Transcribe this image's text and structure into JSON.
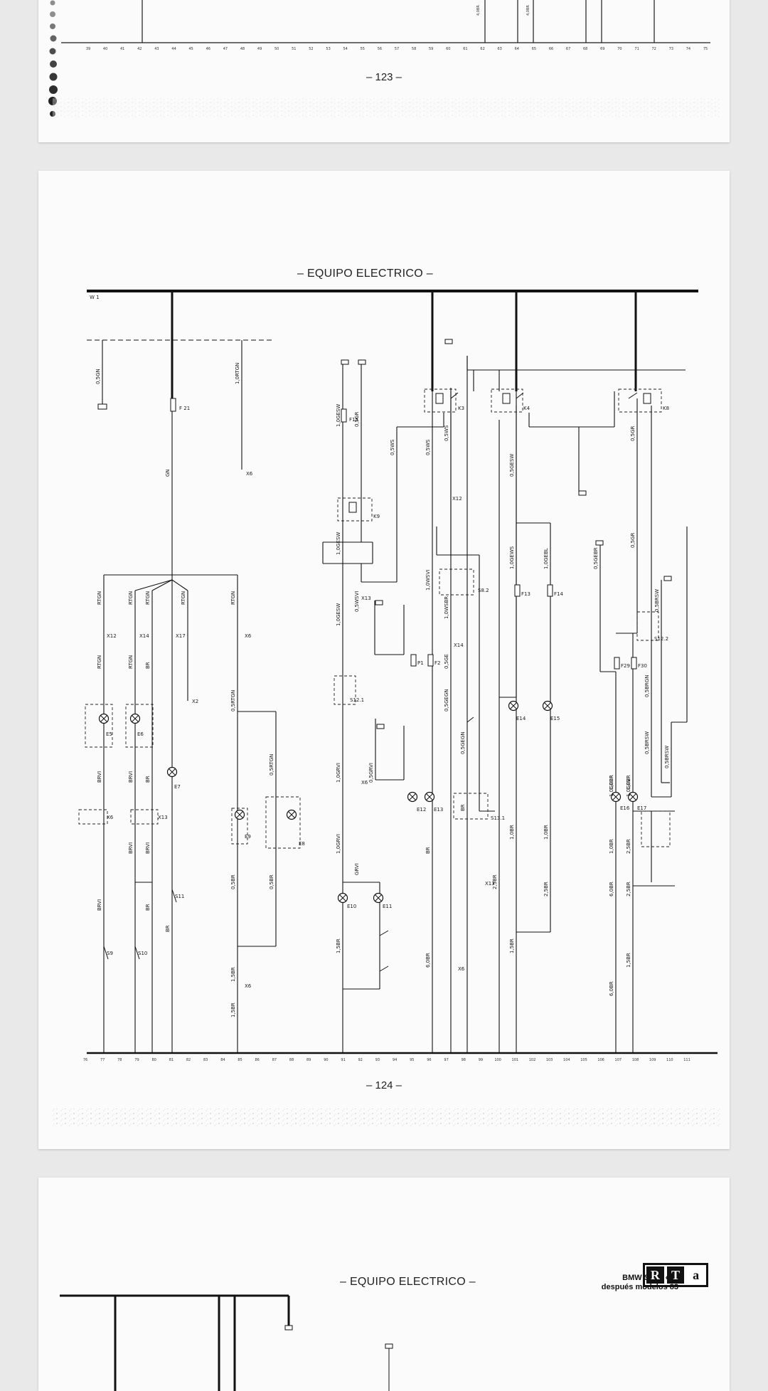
{
  "viewer": {
    "pages": [
      {
        "page_number": "– 123 –"
      },
      {
        "header": "– EQUIPO ELECTRICO –",
        "page_number": "– 124 –"
      },
      {
        "header": "– EQUIPO ELECTRICO –",
        "brand_line1": "BMW Serie «3»",
        "brand_line2": "después modelos 83",
        "logo": [
          "R",
          "T",
          "a"
        ]
      }
    ]
  },
  "diagram": {
    "bus_label": "W 1",
    "fuses": [
      "F 21",
      "F15",
      "P1",
      "F2",
      "F13",
      "F14",
      "F29",
      "F30"
    ],
    "relays": [
      "K3",
      "K4",
      "K8",
      "K9"
    ],
    "lamps": [
      "E5",
      "E6",
      "E7",
      "E9",
      "E8",
      "E10",
      "E11",
      "E12",
      "E13",
      "E14",
      "E15",
      "E16",
      "E17"
    ],
    "switches": [
      "S9",
      "S10",
      "S11",
      "S8.2",
      "S12.1",
      "S12.2",
      "S13.1"
    ],
    "connectors": [
      "X12",
      "X14",
      "X17",
      "X2",
      "X6",
      "X13",
      "X12",
      "X14",
      "X6",
      "X13",
      "X6",
      "X6",
      "X13",
      "X6",
      "X6"
    ],
    "wire_labels": [
      "0,5GN",
      "GN",
      "1,0RTGN",
      "RTGN",
      "RTGN",
      "RTGN",
      "RTGN",
      "RTGN",
      "RTGN",
      "RTGN",
      "BR",
      "BRVI",
      "BRVI",
      "BR",
      "BRVI",
      "BRVI",
      "BRVI",
      "BR",
      "BR",
      "0,5RTGN",
      "0,5RTGN",
      "0,5BR",
      "0,5BR",
      "1,5BR",
      "1,5BR",
      "1,0GESW",
      "1,0GESW",
      "1,0GESW",
      "0,5GR",
      "0,5WS",
      "0,5WS",
      "0,5WS",
      "0,5GESW",
      "0,5WSVI",
      "1,0GRVI",
      "0,5GRVI",
      "1,0GRVI",
      "GRVI",
      "1,0WSVI",
      "1,0WSBR",
      "0,5GE",
      "0,5GEGN",
      "0,5GEGN",
      "BR",
      "BR",
      "1,0GEWS",
      "1,0GEBL",
      "1,0BR",
      "1,0BR",
      "2,5BR",
      "2,5BR",
      "1,5BR",
      "1,5BR",
      "6,0BR",
      "1,0BR",
      "1,0BR",
      "6,0BR",
      "2,5BR",
      "1,5BR",
      "0,5GEBR",
      "1,0GEBR",
      "1,0GEVI",
      "0,5GR",
      "0,5GR",
      "0,5BRGN",
      "0,5BRSW",
      "0,5BRSW",
      "0,5BRSW",
      "1,0BR",
      "2,5BR",
      "6,0BR"
    ],
    "terminals_page123": [
      "39",
      "40",
      "41",
      "42",
      "43",
      "44",
      "45",
      "46",
      "47",
      "48",
      "49",
      "50",
      "51",
      "52",
      "53",
      "54",
      "55",
      "56",
      "57",
      "58",
      "59",
      "60",
      "61",
      "62",
      "63",
      "64",
      "65",
      "66",
      "67",
      "68",
      "69",
      "70",
      "71",
      "72",
      "73",
      "74",
      "75"
    ],
    "terminals_page124": [
      "76",
      "77",
      "78",
      "79",
      "80",
      "81",
      "82",
      "83",
      "84",
      "85",
      "86",
      "87",
      "88",
      "89",
      "90",
      "91",
      "92",
      "93",
      "94",
      "95",
      "96",
      "97",
      "98",
      "99",
      "100",
      "101",
      "102",
      "103",
      "104",
      "105",
      "106",
      "107",
      "108",
      "109",
      "110",
      "111"
    ]
  },
  "colors": {
    "ink": "#1a1a1a",
    "paper": "#fbfbfb",
    "viewer_bg": "#e9e9e9"
  }
}
